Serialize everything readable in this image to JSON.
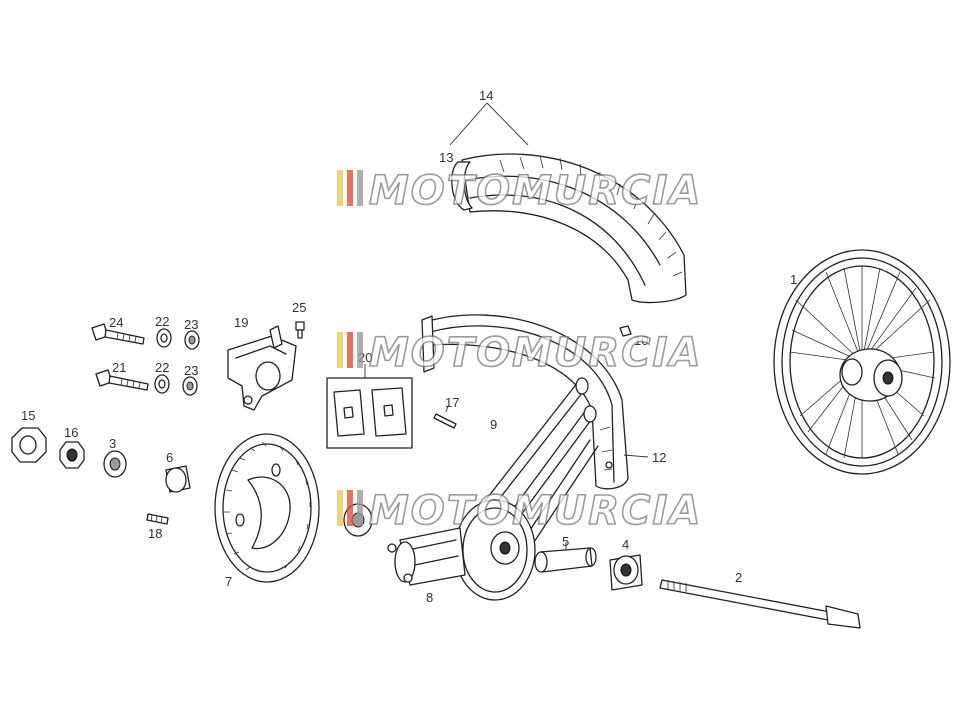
{
  "labels": {
    "l1": "1",
    "l2": "2",
    "l3": "3",
    "l4": "4",
    "l5": "5",
    "l6": "6",
    "l7": "7",
    "l8": "8",
    "l9": "9",
    "l10": "10",
    "l12": "12",
    "l13": "13",
    "l14": "14",
    "l15": "15",
    "l16": "16",
    "l17": "17",
    "l18": "18",
    "l19": "19",
    "l20": "20",
    "l21": "21",
    "l22a": "22",
    "l22b": "22",
    "l23a": "23",
    "l23b": "23",
    "l24": "24",
    "l25": "25"
  },
  "watermark": {
    "text": "MOTOMURCIA",
    "stripe_colors": [
      "#f2c94c",
      "#e74c3c",
      "#9b9b9b"
    ]
  }
}
